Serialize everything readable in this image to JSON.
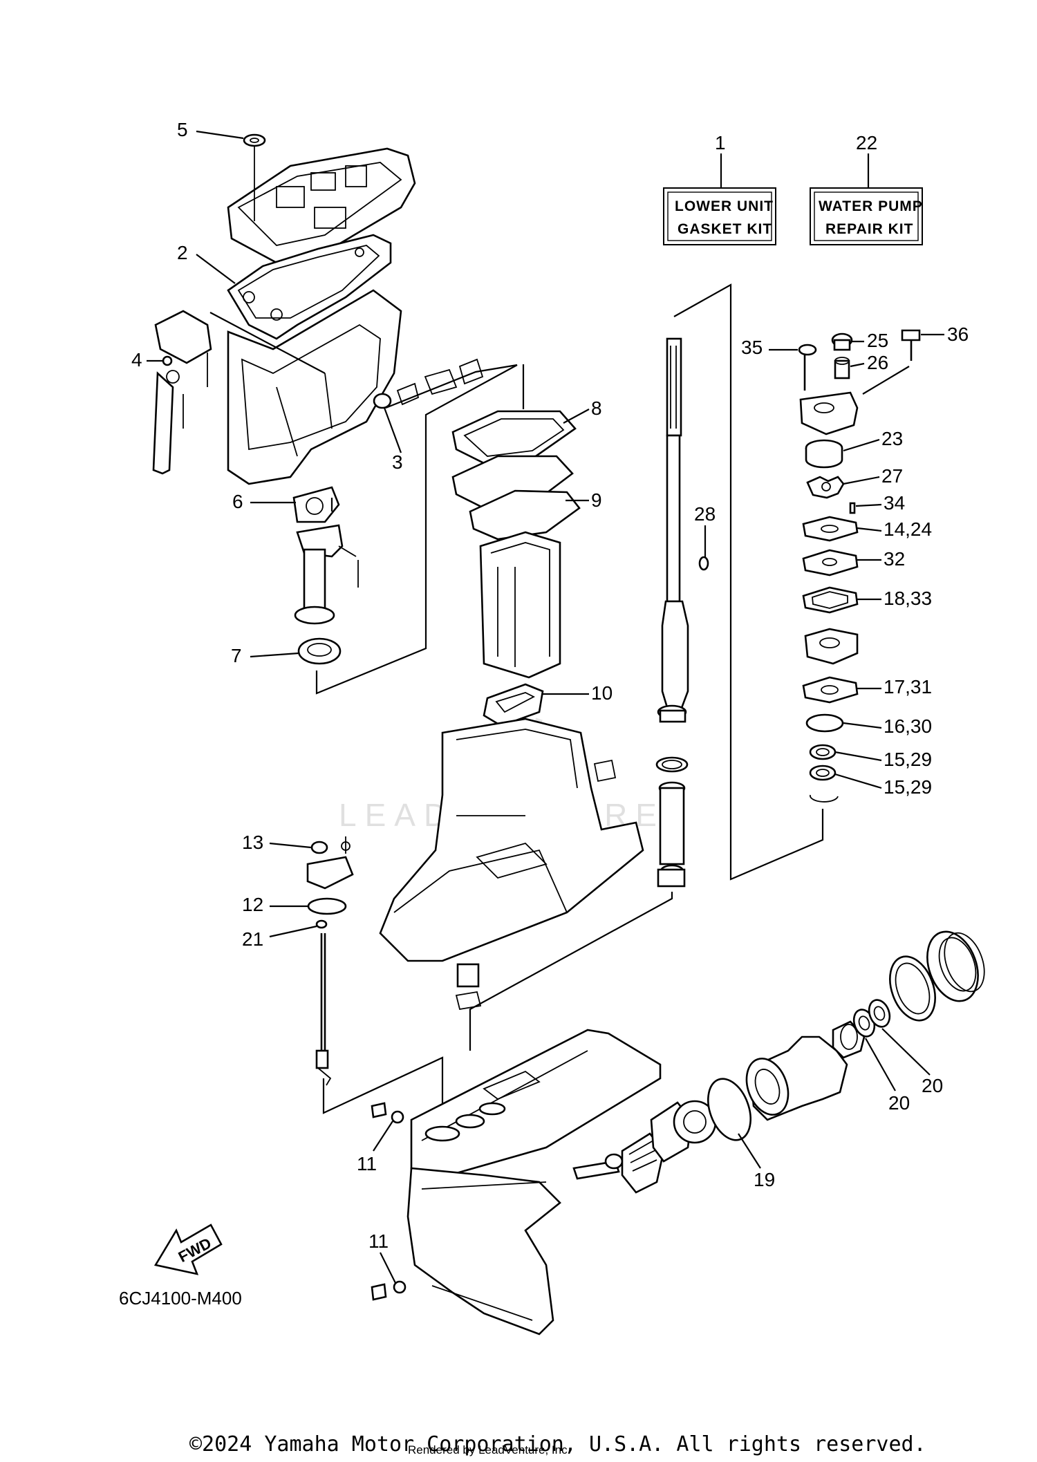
{
  "kits": {
    "lower_unit": {
      "ref": "1",
      "line1": "LOWER UNIT",
      "line2": "GASKET KIT"
    },
    "water_pump": {
      "ref": "22",
      "line1": "WATER PUMP",
      "line2": "REPAIR KIT"
    }
  },
  "callouts": {
    "c5": "5",
    "c2": "2",
    "c4": "4",
    "c3": "3",
    "c6": "6",
    "c7": "7",
    "c8": "8",
    "c9": "9",
    "c10": "10",
    "c13": "13",
    "c12": "12",
    "c21": "21",
    "c11a": "11",
    "c11b": "11",
    "c19": "19",
    "c20a": "20",
    "c20b": "20",
    "c28": "28",
    "c35": "35",
    "c25": "25",
    "c26": "26",
    "c36": "36",
    "c23": "23",
    "c27": "27",
    "c34": "34",
    "c14_24": "14,24",
    "c32": "32",
    "c18_33": "18,33",
    "c17_31": "17,31",
    "c16_30": "16,30",
    "c15_29a": "15,29",
    "c15_29b": "15,29"
  },
  "fwd_label": "FWD",
  "diagram_code": "6CJ4100-M400",
  "watermark": "LEADVENTURE",
  "copyright": "©2024 Yamaha Motor Corporation, U.S.A. All rights reserved.",
  "rendered_by": "Rendered by LeadVenture, Inc."
}
